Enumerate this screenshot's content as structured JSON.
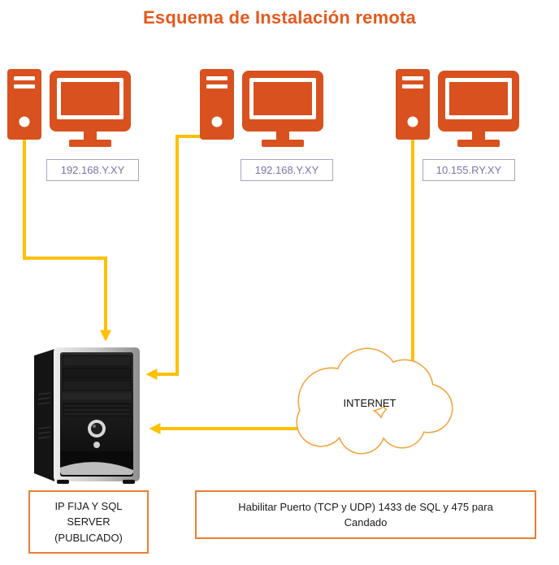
{
  "title": "Esquema de Instalación remota",
  "computers": [
    {
      "ip_label": "192.168.Y.XY"
    },
    {
      "ip_label": "192.168.Y.XY"
    },
    {
      "ip_label": "10.155.RY.XY"
    }
  ],
  "cloud": {
    "label": "INTERNET"
  },
  "server": {
    "caption": "IP FIJA Y SQL\nSERVER\n(PUBLICADO)"
  },
  "port_note": "Habilitar Puerto (TCP y UDP) 1433 de SQL y 475 para\nCandado",
  "icons": {
    "client": "desktop-computer-icon",
    "server": "server-tower-icon",
    "internet": "internet-cloud-icon"
  },
  "colors": {
    "title_text": "#E6591D",
    "computer_icon": "#D9511F",
    "arrow": "#FFC000",
    "cloud_outline": "#F2A33C",
    "ip_text": "#7C72AA",
    "ip_border": "#A9A5C9",
    "caption_border": "#ED7D31",
    "caption_text": "#1A1A1A"
  }
}
